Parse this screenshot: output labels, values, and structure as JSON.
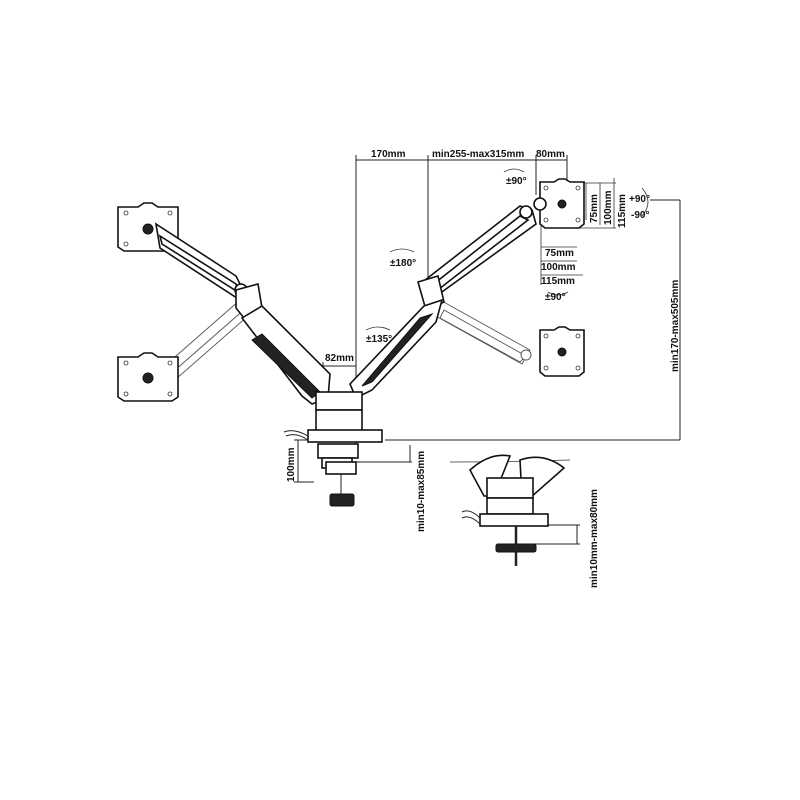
{
  "dimensions": {
    "d170": "170mm",
    "reach": "min255-max315mm",
    "d80": "80mm",
    "d82": "82mm",
    "pole_height": "100mm",
    "clamp_range": "min10-max85mm",
    "grommet_range": "min10mm-max80mm",
    "height_range": "min170-max505mm",
    "vesa_h75": "75mm",
    "vesa_h100": "100mm",
    "vesa_h115": "115mm",
    "vesa_v75": "75mm",
    "vesa_v100": "100mm",
    "vesa_v115": "115mm"
  },
  "angles": {
    "pivot_90": "±90°",
    "swivel_180": "±180°",
    "swivel_135": "±135°",
    "rotate_90": "±90°",
    "tilt_up": "+90°",
    "tilt_down": "-90°"
  }
}
